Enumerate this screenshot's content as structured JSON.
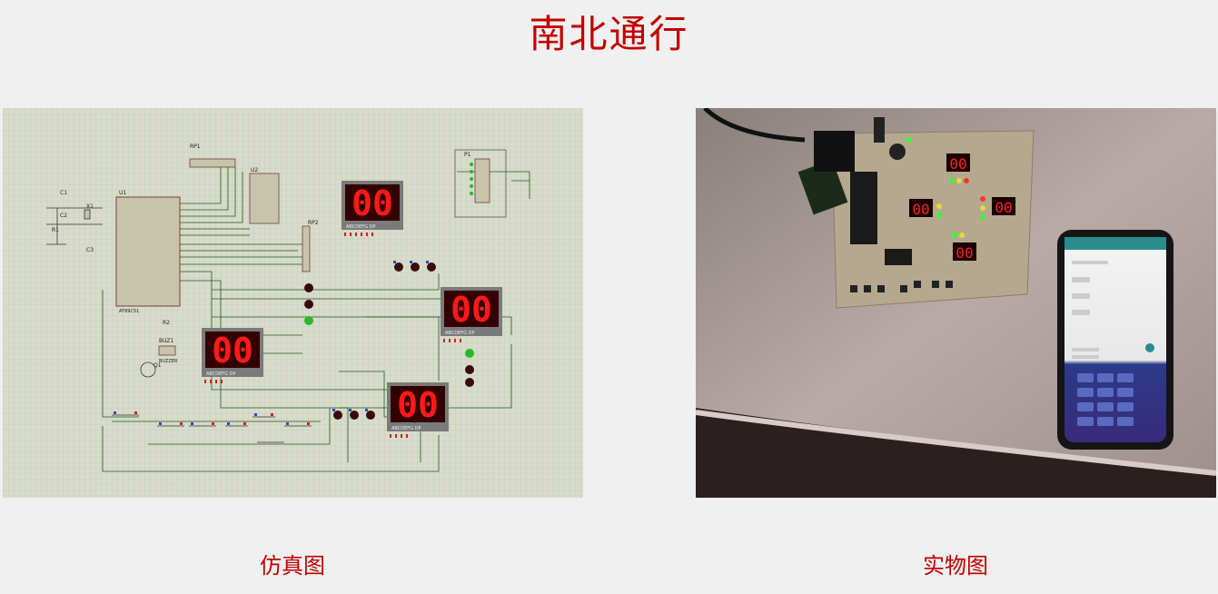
{
  "page": {
    "title": "南北通行",
    "left_caption": "仿真图",
    "right_caption": "实物图"
  },
  "simulation": {
    "displays": [
      {
        "text": "00",
        "label": "ABCDEFG DP"
      },
      {
        "text": "00",
        "label": "ABCDEFG DP"
      },
      {
        "text": "00",
        "label": "ABCDEFG DP"
      },
      {
        "text": "00",
        "label": "ABCDEFG DP"
      }
    ],
    "components": {
      "mcu": "U1",
      "mcu_part": "AT89C51",
      "rp1": "RP1",
      "rp2": "RP2",
      "u2": "U2",
      "p1": "P1",
      "buzzer": "BUZ1",
      "buzzer_part": "BUZZER",
      "q1": "Q1",
      "r2": "R2",
      "x1": "X1",
      "c1": "C1",
      "c2": "C2",
      "c3": "C3",
      "r1": "R1"
    }
  },
  "photo": {
    "board_displays": [
      "00",
      "00",
      "00",
      "00"
    ]
  },
  "colors": {
    "accent": "#c00000",
    "grid_bg": "#d8dccb",
    "seg_red": "#ff1a1a"
  }
}
